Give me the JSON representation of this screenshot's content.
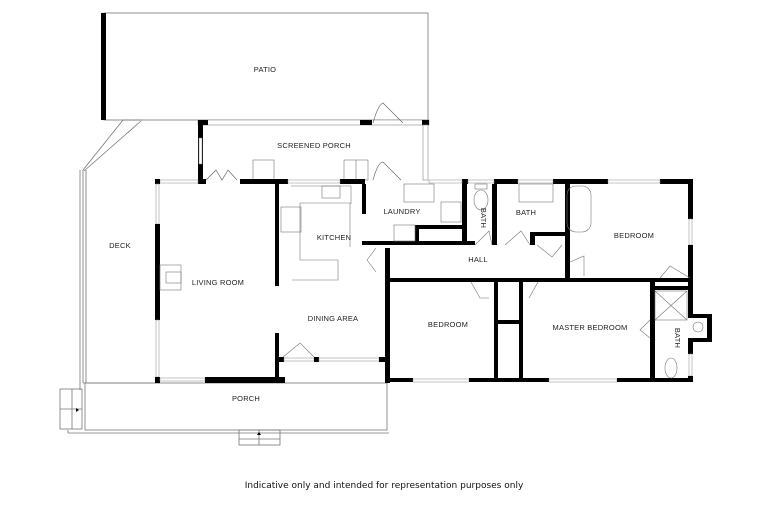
{
  "plan": {
    "rooms": [
      {
        "id": "patio",
        "label": "PATIO"
      },
      {
        "id": "screened-porch",
        "label": "SCREENED PORCH"
      },
      {
        "id": "deck",
        "label": "DECK"
      },
      {
        "id": "living-room",
        "label": "LIVING ROOM"
      },
      {
        "id": "kitchen",
        "label": "KITCHEN"
      },
      {
        "id": "dining-area",
        "label": "DINING AREA"
      },
      {
        "id": "laundry",
        "label": "LAUNDRY"
      },
      {
        "id": "bath-small",
        "label": "BATH"
      },
      {
        "id": "bath",
        "label": "BATH"
      },
      {
        "id": "bedroom-ne",
        "label": "BEDROOM"
      },
      {
        "id": "hall",
        "label": "HALL"
      },
      {
        "id": "bedroom-s",
        "label": "BEDROOM"
      },
      {
        "id": "master-bedroom",
        "label": "MASTER BEDROOM"
      },
      {
        "id": "ensuite-bath",
        "label": "BATH"
      },
      {
        "id": "porch",
        "label": "PORCH"
      }
    ],
    "colors": {
      "wall": "#000000",
      "thin": "#555555",
      "window": "#888888",
      "fill": "#ffffff"
    }
  },
  "footer": {
    "disclaimer": "Indicative only and intended for representation purposes only"
  }
}
